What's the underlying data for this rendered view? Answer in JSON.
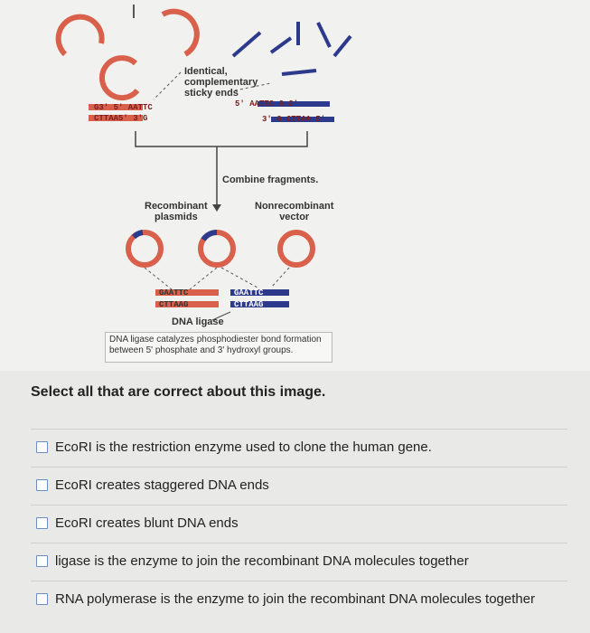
{
  "figure": {
    "label_sticky": "Identical, complementary sticky ends",
    "label_sticky_lines": [
      "Identical,",
      "complementary",
      "sticky ends"
    ],
    "seq_left_top": "G3'  5' AATTC",
    "seq_left_bottom": "CTTAA5'  3'G",
    "seq_right_top": "5' AATTC   G 3'",
    "seq_right_bottom": "3' G  CTTAA 5'",
    "label_combine": "Combine fragments.",
    "label_recombinant": [
      "Recombinant",
      "plasmids"
    ],
    "label_nonrecombinant": [
      "Nonrecombinant",
      "vector"
    ],
    "seq_join_1_top": "GAATTC",
    "seq_join_1_bottom": "CTTAAG",
    "seq_join_2_top": "GAATTC",
    "seq_join_2_bottom": "CTTAAG",
    "label_ligase": "DNA ligase",
    "caption_lines": [
      "DNA ligase catalyzes phosphodiester bond formation",
      "between 5' phosphate and 3' hydroxyl groups."
    ]
  },
  "question": "Select all that are correct about this image.",
  "options": [
    {
      "label": "EcoRI is the restriction enzyme used to clone the human gene."
    },
    {
      "label": "EcoRI creates staggered DNA ends"
    },
    {
      "label": "EcoRI creates blunt DNA ends"
    },
    {
      "label": "ligase is the enzyme to join the recombinant DNA molecules together"
    },
    {
      "label": "RNA polymerase is the enzyme to join the recombinant DNA molecules together"
    }
  ],
  "colors": {
    "plasmid": "#d9604a",
    "human_dna": "#2d3a8c",
    "checkbox_border": "#6b8fc4"
  }
}
